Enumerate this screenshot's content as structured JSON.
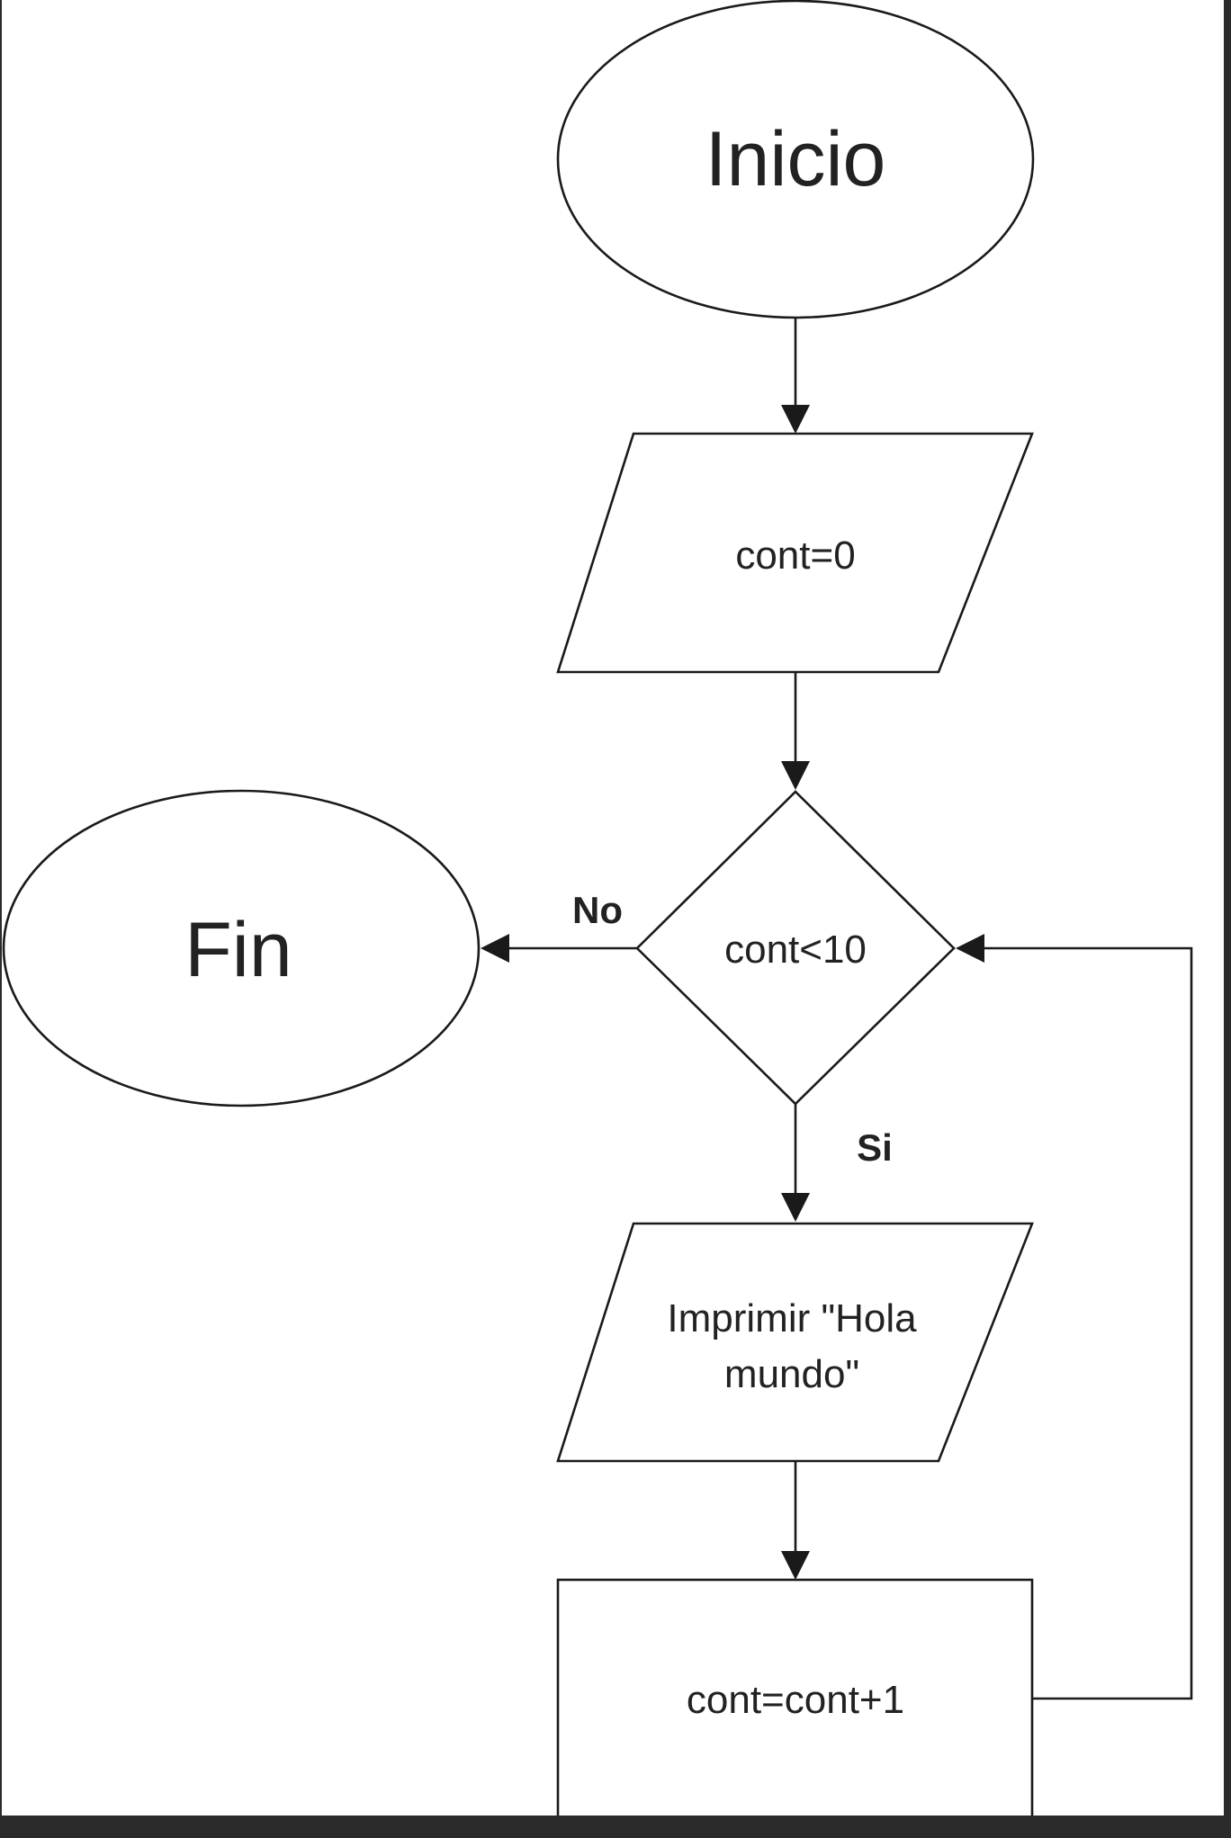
{
  "diagram": {
    "nodes": {
      "start": "Inicio",
      "init": "cont=0",
      "condition": "cont<10",
      "end": "Fin",
      "print_line1": "Imprimir \"Hola",
      "print_line2": "mundo\"",
      "increment": "cont=cont+1"
    },
    "edge_labels": {
      "no": "No",
      "yes": "Si"
    },
    "colors": {
      "canvas": "#ffffff",
      "frame": "#2b2b2b",
      "stroke": "#1a1a1a",
      "text": "#222222"
    }
  }
}
